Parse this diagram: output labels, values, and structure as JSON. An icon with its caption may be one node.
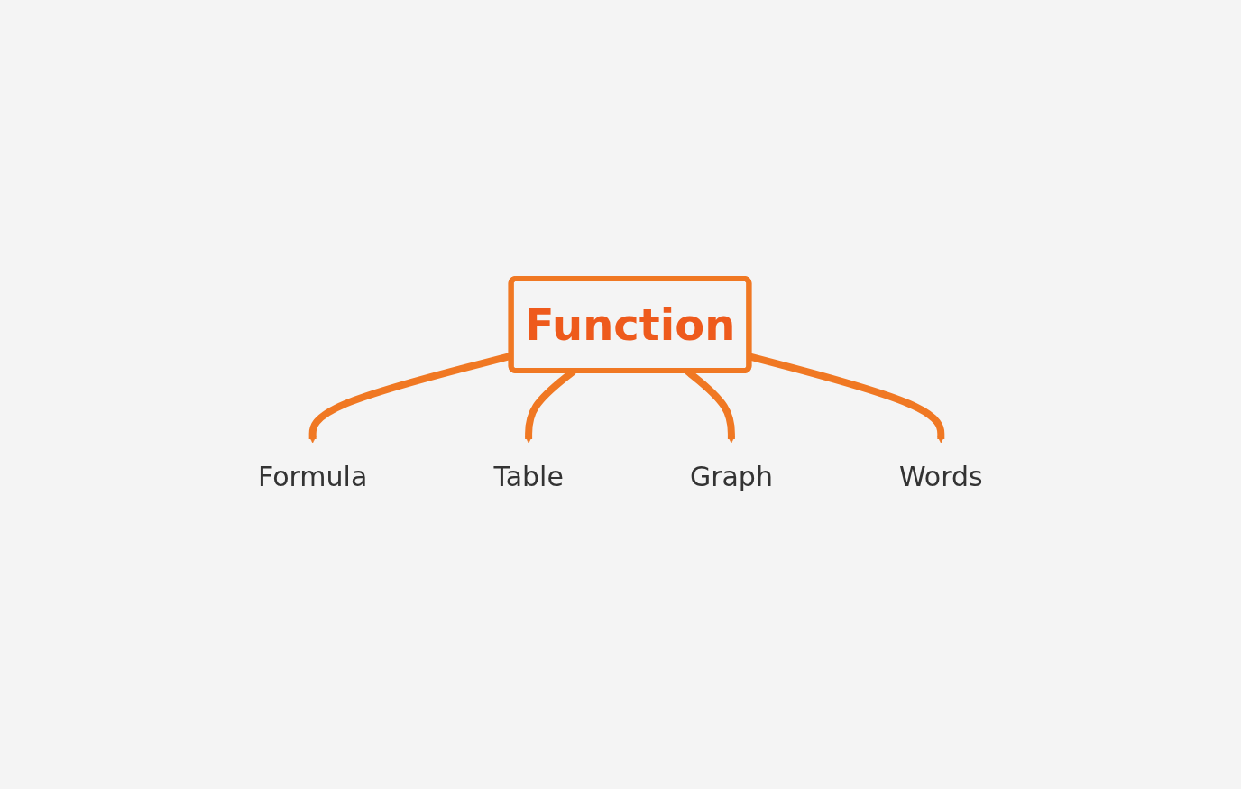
{
  "diagram": {
    "nodes": [
      {
        "text": [
          "Formula"
        ]
      },
      {
        "text": [
          "Table"
        ]
      },
      {
        "text": [
          "Function"
        ]
      },
      {
        "text": [
          "Graph"
        ]
      },
      {
        "text": [
          "Words"
        ]
      }
    ],
    "edges": [
      {
        "from": 2,
        "to": 0,
        "arrow": "to"
      },
      {
        "from": 2,
        "to": 1,
        "arrow": "to"
      },
      {
        "from": 2,
        "to": 3,
        "arrow": "to"
      },
      {
        "from": 2,
        "to": 4,
        "arrow": "to"
      }
    ]
  }
}
